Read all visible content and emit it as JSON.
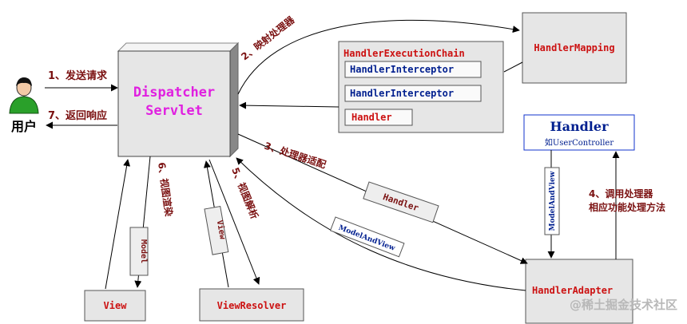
{
  "colors": {
    "box_fill": "#e6e6e6",
    "border": "#555555",
    "dark_red": "#7a1010",
    "red": "#cc1111",
    "magenta": "#e020e0",
    "navy": "#001f8f",
    "blue": "#1133cc"
  },
  "user": {
    "label": "用户",
    "icon": "user-icon"
  },
  "dispatcher": {
    "line1": "Dispatcher",
    "line2": "Servlet"
  },
  "chain": {
    "title": "HandlerExecutionChain",
    "items": [
      "HandlerInterceptor",
      "HandlerInterceptor",
      "Handler"
    ]
  },
  "handler_mapping": "HandlerMapping",
  "handler_box": {
    "title": "Handler",
    "subtitle": "如UserController"
  },
  "handler_adapter": "HandlerAdapter",
  "view": "View",
  "view_resolver": "ViewResolver",
  "steps": {
    "s1": "1、发送请求",
    "s2": "2、映射处理器",
    "s3": "3、处理器适配",
    "s4a": "4、调用处理器",
    "s4b": "相应功能处理方法",
    "s5": "5、视图解析",
    "s6": "6、视图渲染",
    "s7": "7、返回响应"
  },
  "tags": {
    "handler": "Handler",
    "model_and_view_diag": "ModelAndView",
    "model_and_view_vert": "ModelAndView",
    "view": "View",
    "model": "Model"
  },
  "watermark": "@稀土掘金技术社区"
}
